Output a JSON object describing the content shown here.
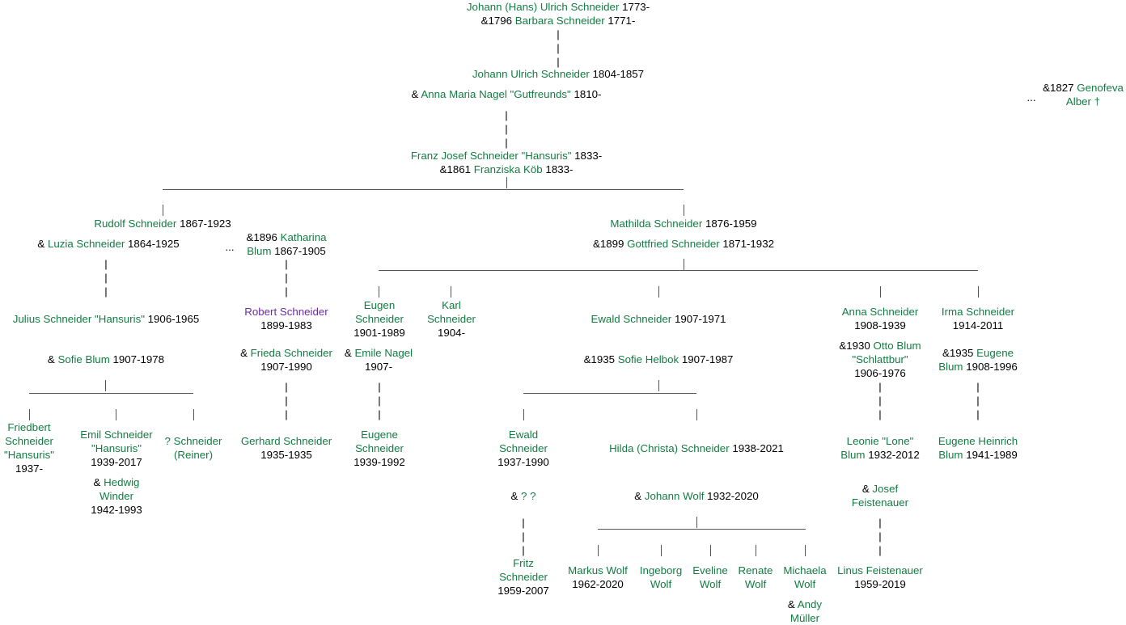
{
  "colors": {
    "link": "#137c42",
    "visited": "#6b2ba5",
    "text": "#000000",
    "line": "#555555"
  },
  "top": {
    "p1": "Johann (Hans) Ulrich Schneider",
    "p1y": "1773-",
    "m1": "&1796",
    "p2": "Barbara Schneider",
    "p2y": "1771-"
  },
  "gen2": {
    "p": "Johann Ulrich Schneider",
    "py": "1804-1857",
    "m": "&",
    "s": "Anna Maria Nagel \"Gutfreunds\"",
    "sy": "1810-",
    "alt_dots": "...",
    "alt_m": "&1827",
    "alt_s1": "Genofeva",
    "alt_s2": "Alber †"
  },
  "gen3": {
    "p": "Franz Josef Schneider \"Hansuris\"",
    "py": "1833-",
    "m": "&1861",
    "s": "Franziska Köb",
    "sy": "1833-"
  },
  "rudolf": {
    "p": "Rudolf Schneider",
    "py": "1867-1923",
    "m": "&",
    "s": "Luzia Schneider",
    "sy": "1864-1925",
    "dots": "...",
    "m2": "&1896",
    "s2a": "Katharina",
    "s2b": "Blum",
    "s2y": "1867-1905"
  },
  "mathilda": {
    "p": "Mathilda Schneider",
    "py": "1876-1959",
    "m": "&1899",
    "s": "Gottfried Schneider",
    "sy": "1871-1932"
  },
  "julius": {
    "p": "Julius Schneider \"Hansuris\"",
    "py": "1906-1965",
    "m": "&",
    "s": "Sofie Blum",
    "sy": "1907-1978"
  },
  "robert": {
    "p": "Robert Schneider",
    "py": "1899-1983",
    "m": "&",
    "s": "Frieda Schneider",
    "sy": "1907-1990"
  },
  "eugen": {
    "p1": "Eugen",
    "p2": "Schneider",
    "py": "1901-1989",
    "m": "&",
    "s": "Emile Nagel",
    "sy": "1907-"
  },
  "karl": {
    "p1": "Karl",
    "p2": "Schneider",
    "py": "1904-"
  },
  "ewald": {
    "p": "Ewald Schneider",
    "py": "1907-1971",
    "m": "&1935",
    "s": "Sofie Helbok",
    "sy": "1907-1987"
  },
  "anna": {
    "p": "Anna Schneider",
    "py": "1908-1939",
    "m": "&1930",
    "s1": "Otto Blum",
    "s2": "\"Schlattbur\"",
    "sy": "1906-1976"
  },
  "irma": {
    "p": "Irma Schneider",
    "py": "1914-2011",
    "m": "&1935",
    "s1": "Eugene",
    "s2": "Blum",
    "sy": "1908-1996"
  },
  "friedbert": {
    "p1": "Friedbert",
    "p2": "Schneider",
    "p3": "\"Hansuris\"",
    "py": "1937-"
  },
  "emil": {
    "p1": "Emil Schneider",
    "p2": "\"Hansuris\"",
    "py": "1939-2017",
    "m": "&",
    "s1": "Hedwig",
    "s2": "Winder",
    "sy": "1942-1993"
  },
  "reiner": {
    "p1": "? Schneider",
    "p2": "(Reiner)"
  },
  "gerhard": {
    "p": "Gerhard Schneider",
    "py": "1935-1935"
  },
  "eugene": {
    "p1": "Eugene",
    "p2": "Schneider",
    "py": "1939-1992"
  },
  "ewald2": {
    "p1": "Ewald",
    "p2": "Schneider",
    "py": "1937-1990",
    "m": "&",
    "s": "? ?"
  },
  "hilda": {
    "p": "Hilda (Christa) Schneider",
    "py": "1938-2021",
    "m": "&",
    "s": "Johann Wolf",
    "sy": "1932-2020"
  },
  "leonie": {
    "p1": "Leonie \"Lone\"",
    "p2": "Blum",
    "py": "1932-2012",
    "m": "&",
    "s1": "Josef",
    "s2": "Feistenauer"
  },
  "eugeneh": {
    "p1": "Eugene Heinrich",
    "p2": "Blum",
    "py": "1941-1989"
  },
  "fritz": {
    "p1": "Fritz",
    "p2": "Schneider",
    "py": "1959-2007"
  },
  "markus": {
    "p": "Markus Wolf",
    "py": "1962-2020"
  },
  "ingeborg": {
    "p1": "Ingeborg",
    "p2": "Wolf"
  },
  "eveline": {
    "p1": "Eveline",
    "p2": "Wolf"
  },
  "renate": {
    "p1": "Renate",
    "p2": "Wolf"
  },
  "michaela": {
    "p1": "Michaela",
    "p2": "Wolf",
    "m": "&",
    "s1": "Andy",
    "s2": "Müller"
  },
  "linus": {
    "p": "Linus Feistenauer",
    "py": "1959-2019"
  },
  "bar": "|"
}
